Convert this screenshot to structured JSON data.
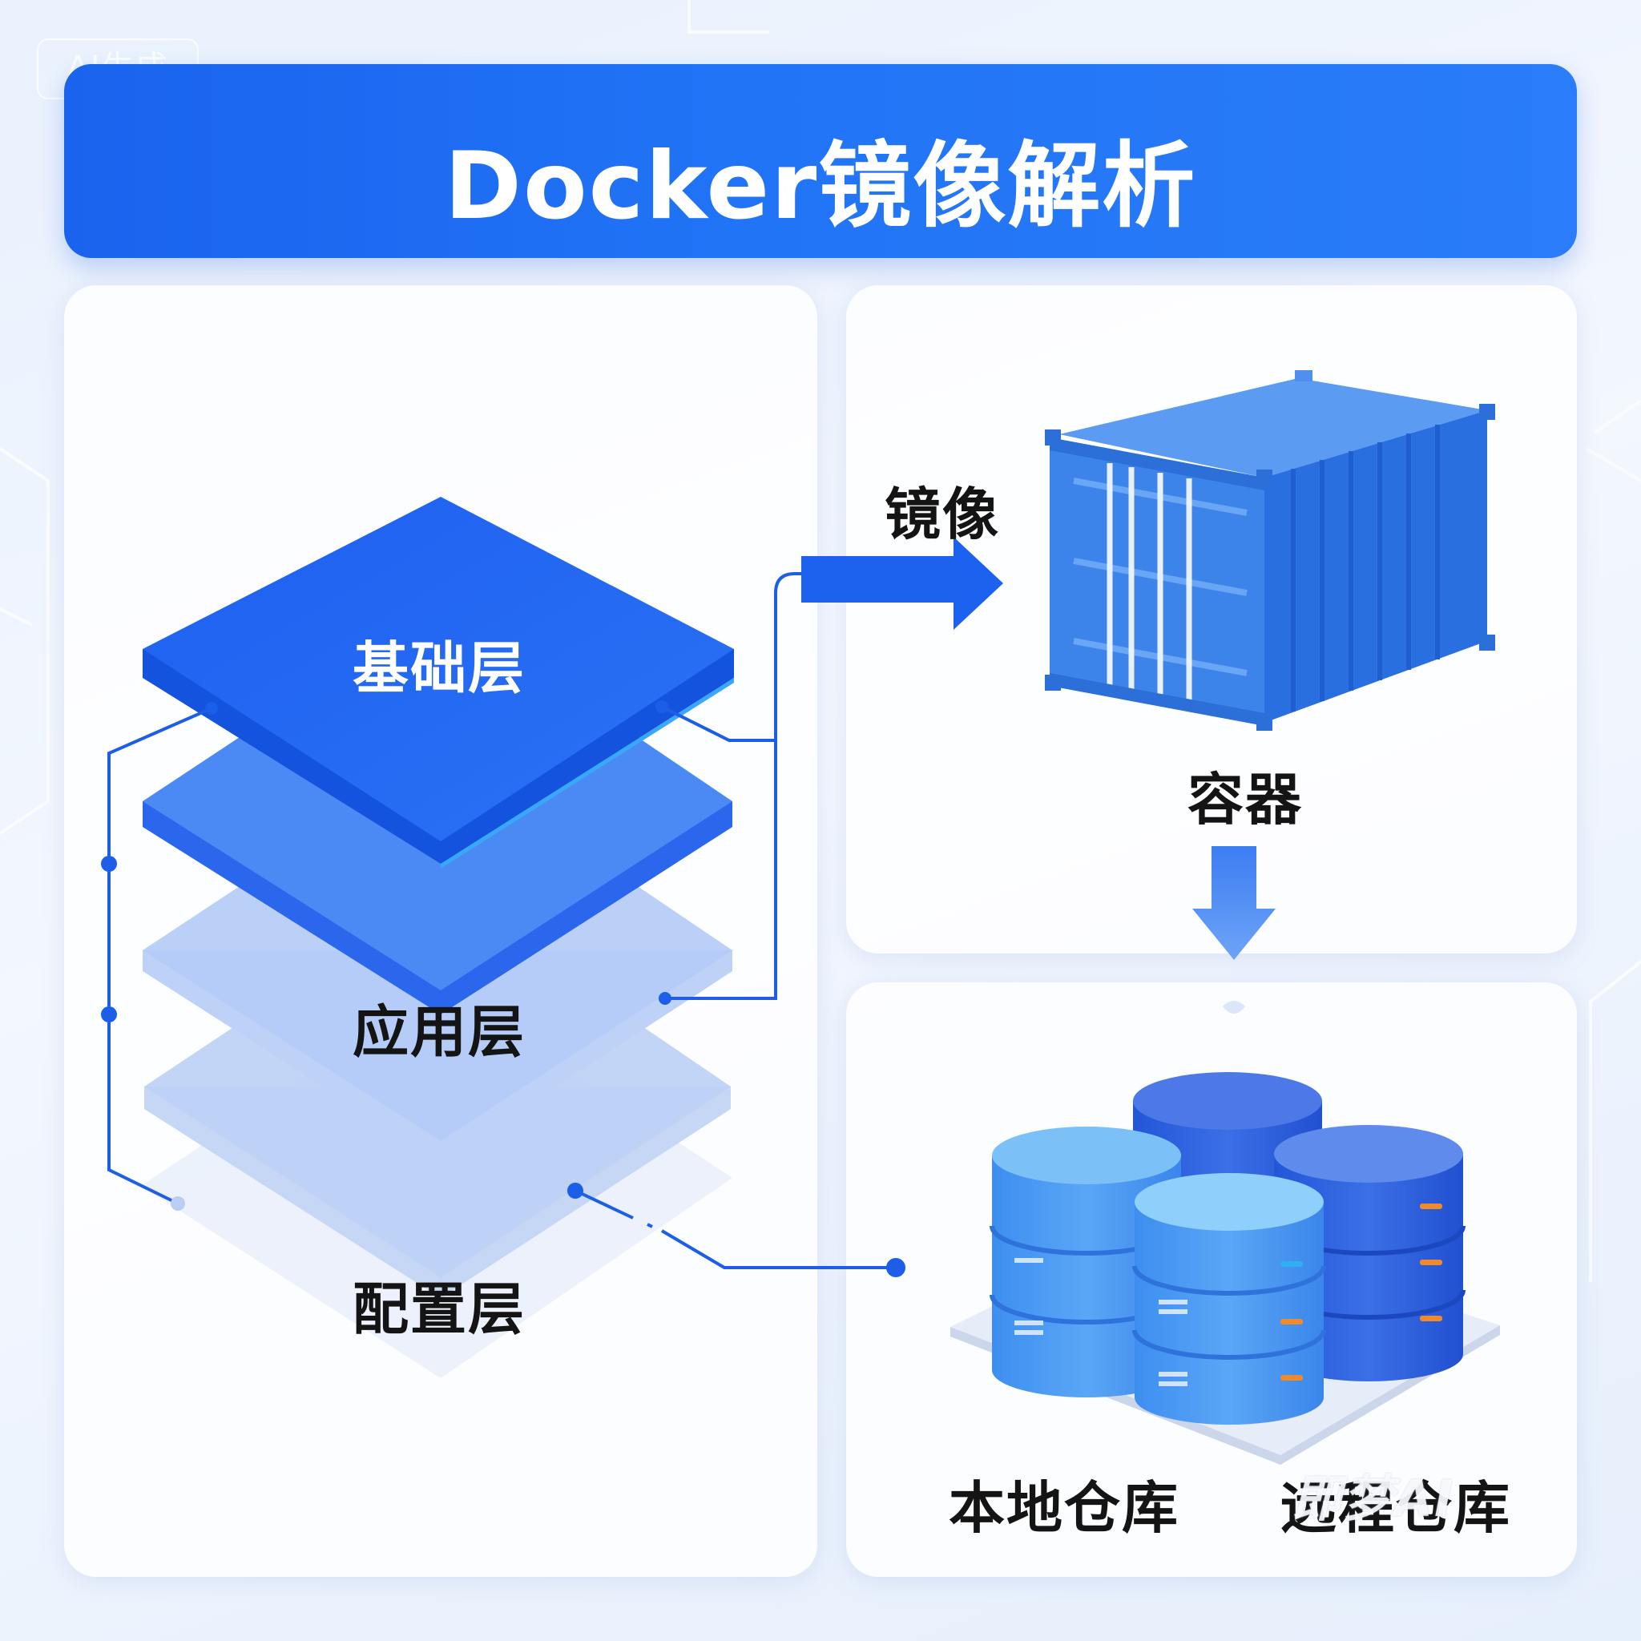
{
  "badge": {
    "text": "AI生成"
  },
  "header": {
    "title": "Docker镜像解析"
  },
  "layers": [
    {
      "label": "基础层"
    },
    {
      "label": "应用层"
    },
    {
      "label": "配置层"
    }
  ],
  "flow": {
    "image_label": "镜像",
    "container_label": "容器",
    "local_repo_label": "本地仓库",
    "remote_repo_label": "远程仓库"
  },
  "watermark": {
    "text": "即梦AI"
  },
  "colors": {
    "primary_blue": "#1a63ee",
    "light_blue": "#9fc0f8",
    "container_blue": "#3b86ee",
    "accent_orange": "#f08a2a"
  }
}
